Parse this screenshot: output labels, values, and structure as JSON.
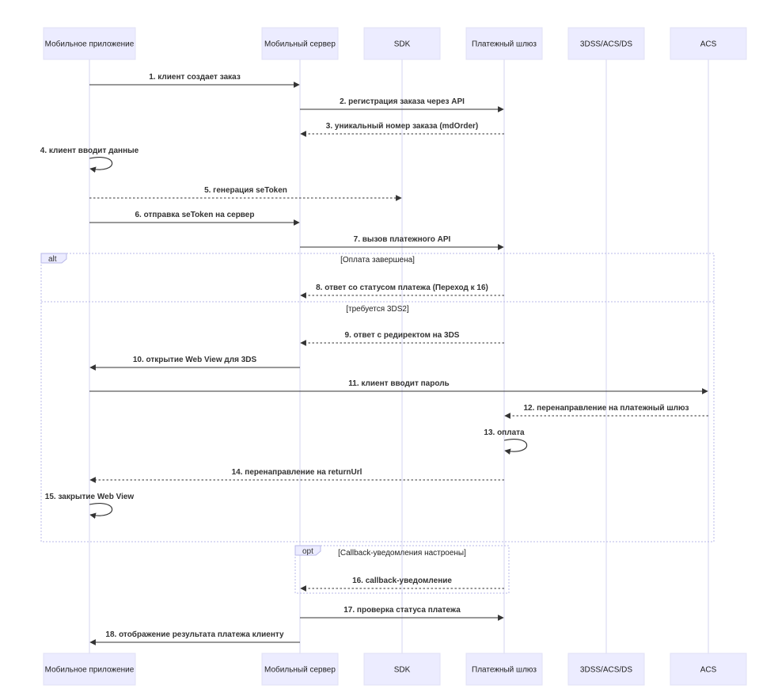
{
  "participants": [
    {
      "id": "app",
      "label": "Мобильное приложение"
    },
    {
      "id": "server",
      "label": "Мобильный сервер"
    },
    {
      "id": "sdk",
      "label": "SDK"
    },
    {
      "id": "gateway",
      "label": "Платежный шлюз"
    },
    {
      "id": "ds",
      "label": "3DSS/ACS/DS"
    },
    {
      "id": "acs",
      "label": "ACS"
    }
  ],
  "messages": [
    {
      "from": "app",
      "to": "server",
      "text": "1. клиент создает заказ",
      "style": "solid"
    },
    {
      "from": "server",
      "to": "gateway",
      "text": "2. регистрация заказа через API",
      "style": "solid"
    },
    {
      "from": "gateway",
      "to": "server",
      "text": "3. уникальный номер заказа (mdOrder)",
      "style": "dotted"
    },
    {
      "from": "app",
      "to": "app",
      "text": "4. клиент вводит данные",
      "style": "solid"
    },
    {
      "from": "app",
      "to": "sdk",
      "text": "5. генерация seToken",
      "style": "dotted"
    },
    {
      "from": "app",
      "to": "server",
      "text": "6. отправка seToken на сервер",
      "style": "solid"
    },
    {
      "from": "server",
      "to": "gateway",
      "text": "7. вызов платежного API",
      "style": "solid"
    },
    {
      "from": "gateway",
      "to": "server",
      "text": "8. ответ со статусом платежа (Переход к 16)",
      "style": "dotted"
    },
    {
      "from": "gateway",
      "to": "server",
      "text": "9. ответ с редиректом на 3DS",
      "style": "dotted"
    },
    {
      "from": "server",
      "to": "app",
      "text": "10. открытие Web View для 3DS",
      "style": "solid"
    },
    {
      "from": "app",
      "to": "acs",
      "text": "11. клиент вводит пароль",
      "style": "solid"
    },
    {
      "from": "acs",
      "to": "gateway",
      "text": "12. перенаправление на платежный шлюз",
      "style": "dotted"
    },
    {
      "from": "gateway",
      "to": "gateway",
      "text": "13. оплата",
      "style": "solid"
    },
    {
      "from": "gateway",
      "to": "app",
      "text": "14. перенаправление на returnUrl",
      "style": "dotted"
    },
    {
      "from": "app",
      "to": "app",
      "text": "15. закрытие Web View",
      "style": "solid"
    },
    {
      "from": "gateway",
      "to": "server",
      "text": "16. callback-уведомление",
      "style": "dotted"
    },
    {
      "from": "server",
      "to": "gateway",
      "text": "17. проверка статуса платежа",
      "style": "solid"
    },
    {
      "from": "server",
      "to": "app",
      "text": "18. отображение результата платежа клиенту",
      "style": "solid"
    }
  ],
  "frames": [
    {
      "keyword": "alt",
      "sections": [
        "[Оплата завершена]",
        "[требуется 3DS2]"
      ]
    },
    {
      "keyword": "opt",
      "sections": [
        "[Callback-уведомления настроены]"
      ]
    }
  ]
}
